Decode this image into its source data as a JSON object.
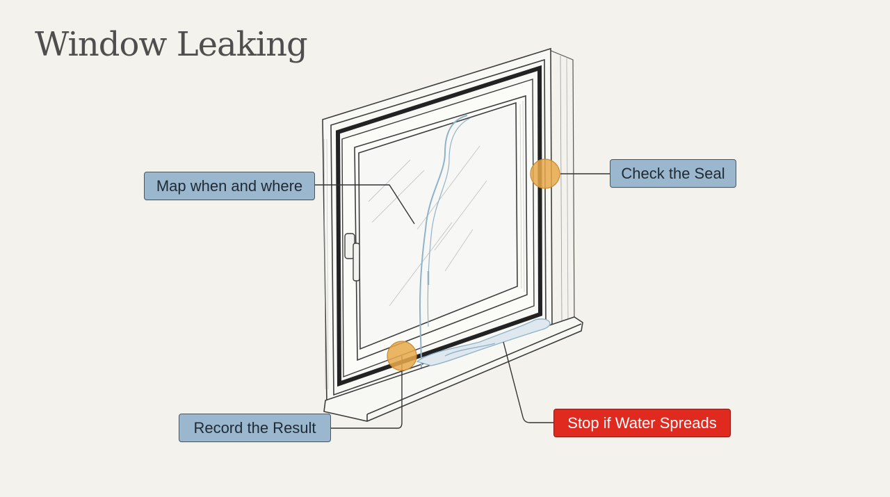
{
  "title": "Window Leaking",
  "labels": {
    "map": "Map when and where",
    "seal": "Check the Seal",
    "record": "Record the Result",
    "stop": "Stop if Water Spreads"
  },
  "colors": {
    "background": "#f3f2ec",
    "info_label": "#9ab7cd",
    "alert_label": "#e02a1f",
    "marker": "#e8a94a",
    "water": "#a9c4d6"
  }
}
